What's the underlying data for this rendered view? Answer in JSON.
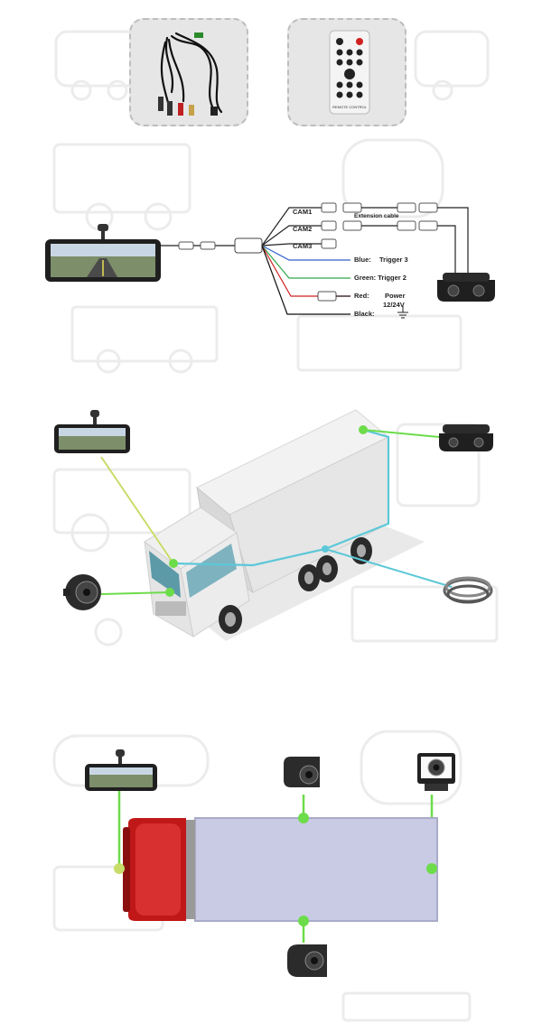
{
  "wiring": {
    "cam1": "CAM1",
    "cam2": "CAM2",
    "cam3": "CAM3",
    "extension": "Extension cable",
    "blue": "Blue:",
    "trigger3": "Trigger 3",
    "green": "Green: Trigger 2",
    "red": "Red:",
    "power": "Power",
    "voltage": "12/24V",
    "black": "Black:"
  },
  "remote": {
    "label": "REMOTE CONTROL"
  },
  "colors": {
    "accent_green": "#6ddc4a",
    "accent_cyan": "#5cc8d8",
    "cab_red": "#c01818",
    "box_lavender": "#c9cbe4",
    "camera_dark": "#2b2b2b"
  }
}
